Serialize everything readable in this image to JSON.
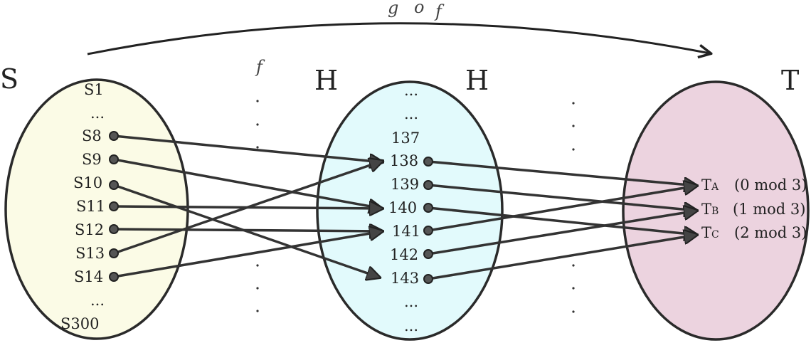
{
  "composition_label": [
    "g",
    "o",
    "f"
  ],
  "func_f_label": "f",
  "sets": {
    "S": {
      "title": "S",
      "fill": "#fbfbe6",
      "elements": [
        "S1",
        "...",
        "S8",
        "S9",
        "S10",
        "S11",
        "S12",
        "S13",
        "S14",
        "...",
        "S300"
      ]
    },
    "H_left": {
      "title": "H"
    },
    "H_right": {
      "title": "H"
    },
    "H": {
      "fill": "#e2fafc",
      "elements": [
        "...",
        "...",
        "137",
        "138",
        "139",
        "140",
        "141",
        "142",
        "143",
        "...",
        "..."
      ]
    },
    "T": {
      "title": "T",
      "fill": "#ecd3df",
      "elements": [
        {
          "name": "TA",
          "base": "T",
          "sub": "A",
          "note": "(0 mod 3)"
        },
        {
          "name": "TB",
          "base": "T",
          "sub": "B",
          "note": "(1 mod 3)"
        },
        {
          "name": "TC",
          "base": "T",
          "sub": "C",
          "note": "(2 mod 3)"
        }
      ]
    }
  },
  "mappings_f": [
    {
      "from": "S8",
      "to": "138"
    },
    {
      "from": "S9",
      "to": "140"
    },
    {
      "from": "S10",
      "to": "143"
    },
    {
      "from": "S11",
      "to": "140"
    },
    {
      "from": "S12",
      "to": "141"
    },
    {
      "from": "S13",
      "to": "138"
    },
    {
      "from": "S14",
      "to": "141"
    }
  ],
  "mappings_g": [
    {
      "from": "138",
      "to": "TA"
    },
    {
      "from": "139",
      "to": "TB"
    },
    {
      "from": "140",
      "to": "TC"
    },
    {
      "from": "141",
      "to": "TA"
    },
    {
      "from": "142",
      "to": "TB"
    },
    {
      "from": "143",
      "to": "TC"
    }
  ],
  "colors": {
    "stroke": "#2a2a2a",
    "arrow": "#333333",
    "dot": "#555555"
  }
}
